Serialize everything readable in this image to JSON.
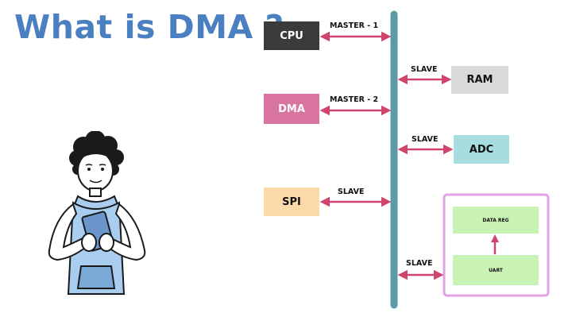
{
  "title": "What is DMA ?",
  "colors": {
    "title": "#4a7fc1",
    "bus": "#5b9aa6",
    "arrow": "#d0456e",
    "cpu": "#3b3b3b",
    "dma": "#d9739f",
    "spi": "#fbd9a8",
    "ram": "#d9d9d9",
    "adc": "#a6dde0",
    "uart_group_border": "#e0a3e6",
    "uart_inner": "#c8f3b4"
  },
  "masters": [
    {
      "label": "CPU",
      "link": "MASTER - 1"
    },
    {
      "label": "DMA",
      "link": "MASTER - 2"
    },
    {
      "label": "SPI",
      "link": "SLAVE"
    }
  ],
  "slaves": [
    {
      "label": "RAM",
      "link": "SLAVE"
    },
    {
      "label": "ADC",
      "link": "SLAVE"
    }
  ],
  "uart_group": {
    "link": "SLAVE",
    "data_reg": "DATA REG",
    "uart": "UART"
  }
}
